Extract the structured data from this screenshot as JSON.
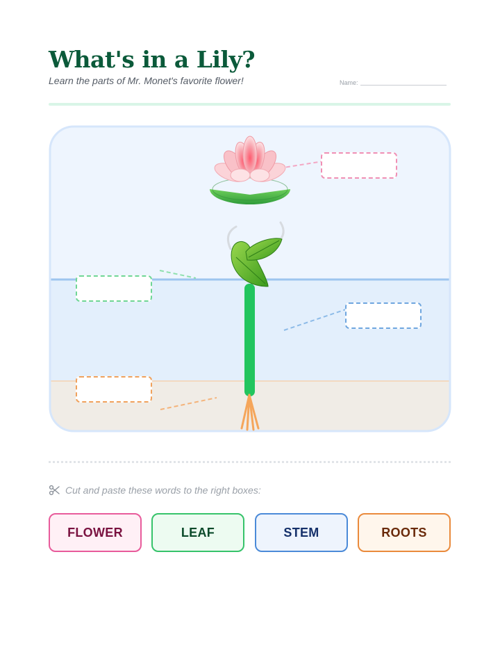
{
  "header": {
    "title": "What's in a Lily?",
    "subtitle": "Learn the parts of Mr. Monet's favorite flower!",
    "name_label": "Name:"
  },
  "diagram": {
    "parts": [
      {
        "id": "flower",
        "color": "#f08fb4"
      },
      {
        "id": "leaf",
        "color": "#6fd695"
      },
      {
        "id": "stem",
        "color": "#6fa6df"
      },
      {
        "id": "roots",
        "color": "#f0a15c"
      }
    ],
    "colors": {
      "sky": "#eef5fe",
      "water": "#e3effc",
      "waterline": "#9ec5ef",
      "soil": "#f0ece6",
      "stem": "#22c55e"
    }
  },
  "instructions": {
    "text": "Cut and paste these words to the right boxes:",
    "icon": "scissors-icon"
  },
  "word_cards": [
    {
      "label": "FLOWER"
    },
    {
      "label": "LEAF"
    },
    {
      "label": "STEM"
    },
    {
      "label": "ROOTS"
    }
  ]
}
